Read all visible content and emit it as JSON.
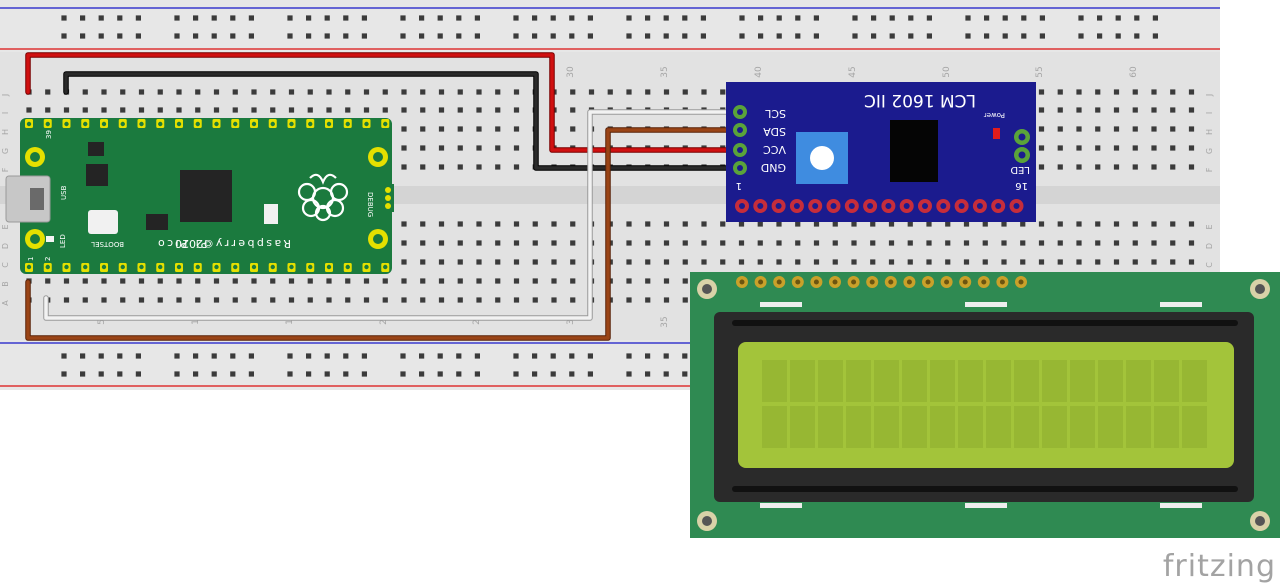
{
  "app": {
    "watermark": "fritzing"
  },
  "breadboard": {
    "column_numbers_top": [
      "30",
      "35",
      "40",
      "45",
      "50",
      "55",
      "60"
    ],
    "column_numbers_bottom": [
      "5",
      "1",
      "1",
      "2",
      "2",
      "3",
      "35"
    ],
    "row_letters": [
      "J",
      "I",
      "H",
      "G",
      "F",
      "E",
      "D",
      "C",
      "B",
      "A"
    ],
    "row_letters_right": [
      "J",
      "I",
      "H",
      "G",
      "F",
      "E",
      "D",
      "C",
      "B",
      "A"
    ]
  },
  "pico": {
    "label": "Raspberry Pi Pico",
    "year": "©2020",
    "usb_label": "USB",
    "led_label": "LED",
    "bootsel_label": "BOOTSEL",
    "debug_label": "DEBUG",
    "pin_label_39": "39",
    "pin_label_1": "1",
    "pin_label_2": "2"
  },
  "i2c_module": {
    "title": "LCM 1602 IIC",
    "power_label": "Power",
    "led_label": "LED",
    "pin_labels": [
      "SCL",
      "SDA",
      "VCC",
      "GND"
    ],
    "pin_one": "1",
    "pin_sixteen": "16"
  },
  "lcd": {
    "rows": 2,
    "cols": 16
  },
  "colors": {
    "breadboard": "#e3e3e3",
    "rail_red": "#d33",
    "rail_blue": "#3a3acd",
    "pico_green": "#1a7a3c",
    "module_blue": "#1b1b8e",
    "lcd_board": "#2f8a52",
    "lcd_screen": "#a6c63b",
    "wire_red": "#d01010",
    "wire_black": "#1c1c1c",
    "wire_white": "#eeeeee",
    "wire_brown": "#8e3a12"
  }
}
